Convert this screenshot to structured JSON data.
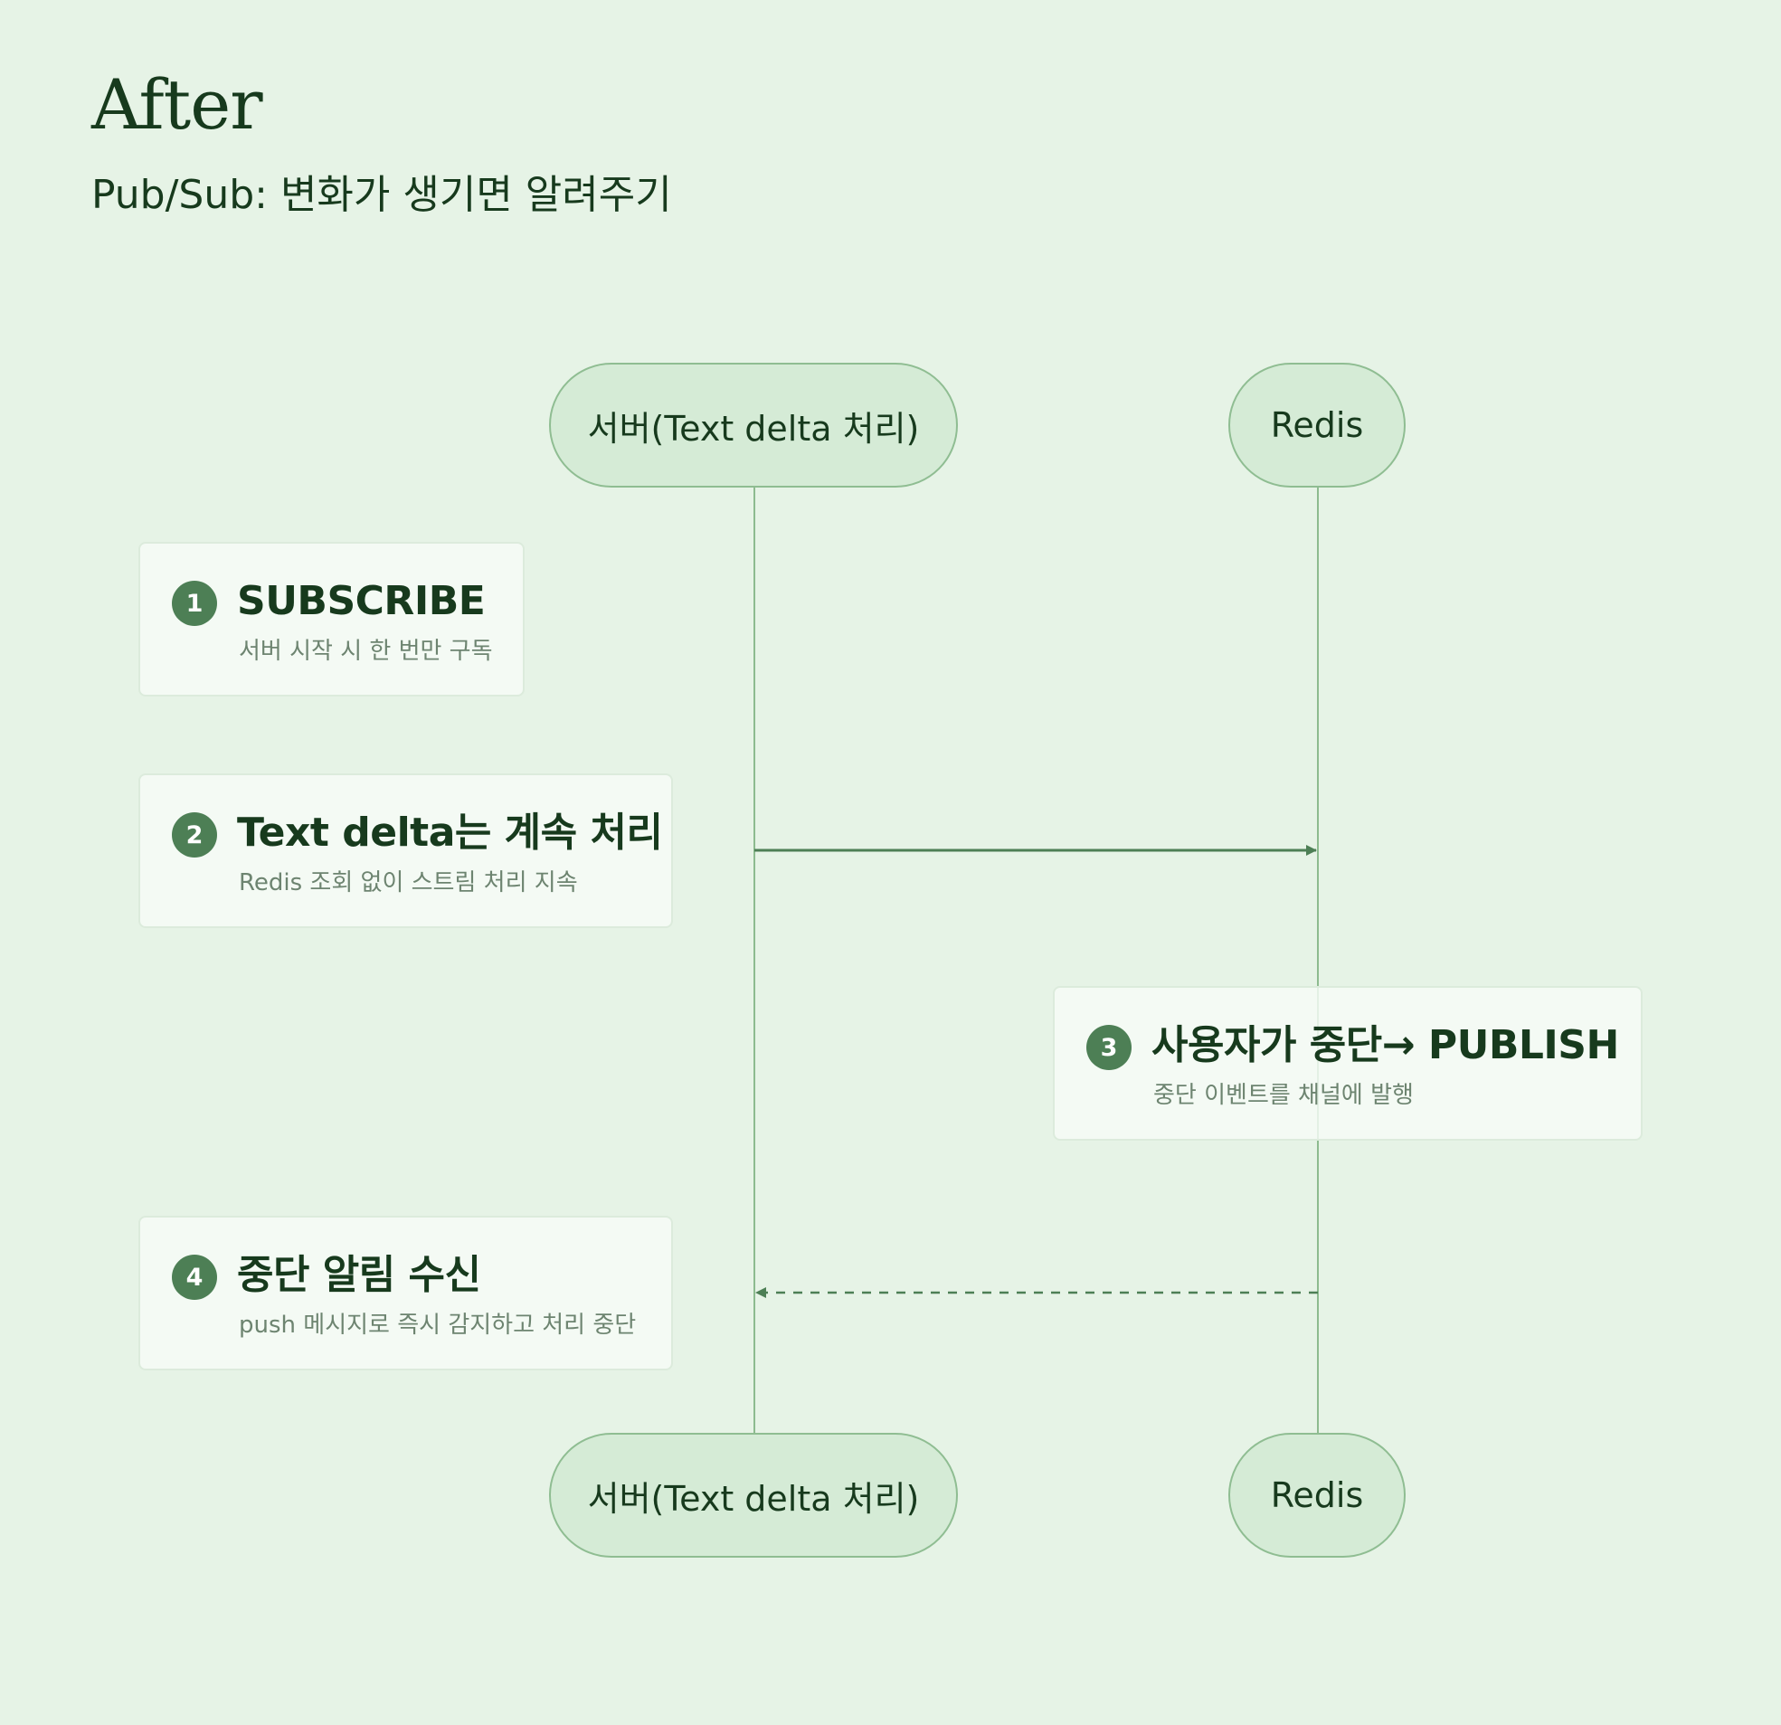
{
  "header": {
    "title": "After",
    "subtitle": "Pub/Sub: 변화가 생기면 알려주기"
  },
  "actors": {
    "server": {
      "label": "서버(Text delta 처리)"
    },
    "redis": {
      "label": "Redis"
    }
  },
  "steps": [
    {
      "number": "1",
      "title": "SUBSCRIBE",
      "description": "서버 시작 시 한 번만 구독"
    },
    {
      "number": "2",
      "title": "Text delta는 계속 처리",
      "description": "Redis 조회 없이 스트림 처리 지속"
    },
    {
      "number": "3",
      "title": "사용자가 중단→ PUBLISH",
      "description": "중단 이벤트를 채널에 발행"
    },
    {
      "number": "4",
      "title": "중단 알림 수신",
      "description": "push 메시지로 즉시 감지하고 처리 중단"
    }
  ],
  "colors": {
    "background": "#e6f3e6",
    "actor_fill": "#d5ebd6",
    "actor_border": "#8fbd92",
    "accent": "#4d7f55",
    "text": "#173a1d"
  }
}
